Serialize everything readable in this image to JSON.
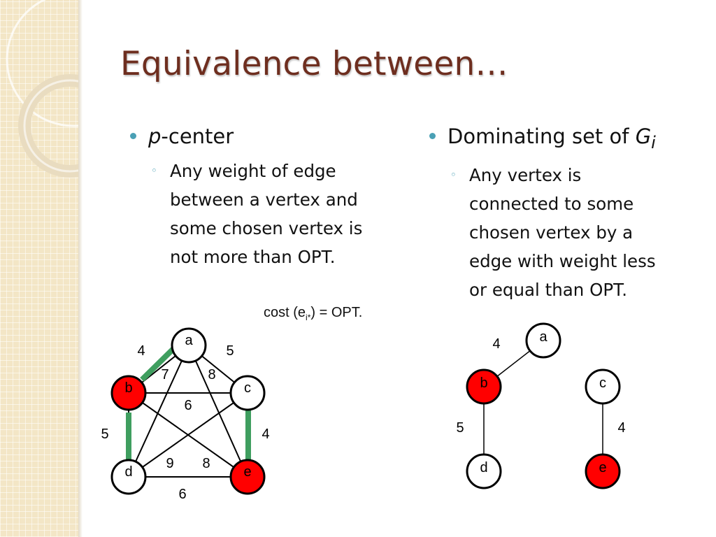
{
  "slide": {
    "title": "Equivalence between…",
    "left": {
      "heading_var": "p",
      "heading_rest": "-center",
      "sub": "Any weight of edge\nbetween a vertex and\nsome chosen vertex is\nnot more than OPT."
    },
    "right": {
      "heading_pre": "Dominating set of ",
      "heading_var": "G",
      "heading_sub": "i",
      "sub": "Any vertex is\nconnected to some\nchosen vertex by a\nedge with weight less\nor equal than OPT."
    },
    "cost": {
      "pre": "cost (e",
      "sub": "i*",
      "post": ") = OPT."
    }
  },
  "colors": {
    "title": "#6e2e1f",
    "bullet": "#4aa0b5",
    "chosen_vertex": "#ff0000",
    "highlight_edge": "#3f9e5f"
  },
  "graph_left": {
    "vertices": [
      {
        "id": "a",
        "label": "a",
        "chosen": false
      },
      {
        "id": "b",
        "label": "b",
        "chosen": true
      },
      {
        "id": "c",
        "label": "c",
        "chosen": false
      },
      {
        "id": "d",
        "label": "d",
        "chosen": false
      },
      {
        "id": "e",
        "label": "e",
        "chosen": true
      }
    ],
    "edges": [
      {
        "from": "a",
        "to": "b",
        "weight": "4",
        "highlight": true
      },
      {
        "from": "a",
        "to": "c",
        "weight": "5",
        "highlight": false
      },
      {
        "from": "a",
        "to": "d",
        "weight": "7",
        "highlight": false
      },
      {
        "from": "a",
        "to": "e",
        "weight": "8",
        "highlight": false
      },
      {
        "from": "b",
        "to": "c",
        "weight": "6",
        "highlight": false
      },
      {
        "from": "b",
        "to": "d",
        "weight": "5",
        "highlight": true
      },
      {
        "from": "b",
        "to": "e",
        "weight": "8",
        "highlight": false
      },
      {
        "from": "c",
        "to": "d",
        "weight": "9",
        "highlight": false
      },
      {
        "from": "c",
        "to": "e",
        "weight": "4",
        "highlight": true
      },
      {
        "from": "d",
        "to": "e",
        "weight": "6",
        "highlight": false
      }
    ]
  },
  "graph_right": {
    "vertices": [
      {
        "id": "a",
        "label": "a",
        "chosen": false
      },
      {
        "id": "b",
        "label": "b",
        "chosen": true
      },
      {
        "id": "c",
        "label": "c",
        "chosen": false
      },
      {
        "id": "d",
        "label": "d",
        "chosen": false
      },
      {
        "id": "e",
        "label": "e",
        "chosen": true
      }
    ],
    "edges": [
      {
        "from": "a",
        "to": "b",
        "weight": "4"
      },
      {
        "from": "b",
        "to": "d",
        "weight": "5"
      },
      {
        "from": "c",
        "to": "e",
        "weight": "4"
      }
    ]
  }
}
